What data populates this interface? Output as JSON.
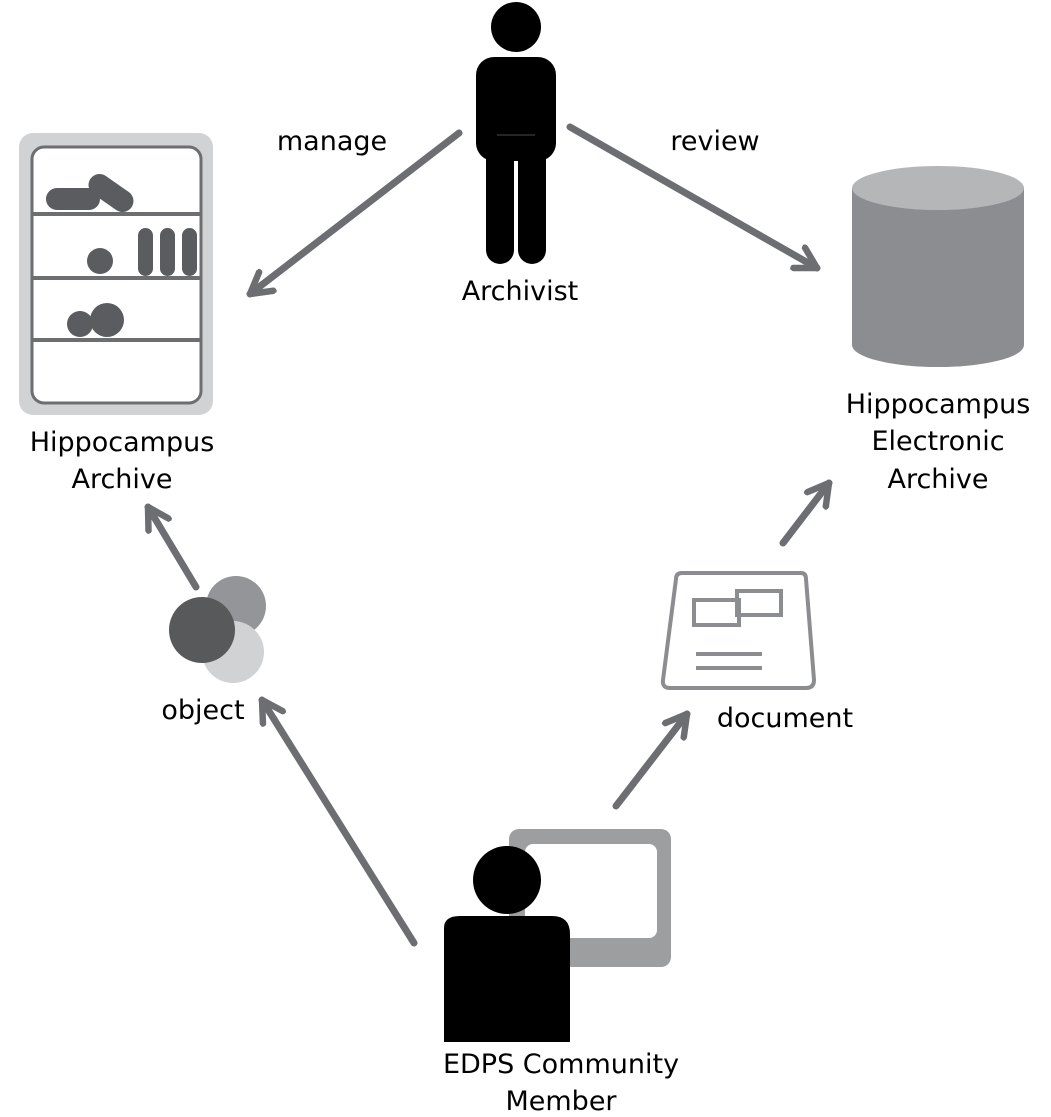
{
  "nodes": {
    "archivist": "Archivist",
    "hippocampus_archive": [
      "Hippocampus",
      "Archive"
    ],
    "electronic_archive": [
      "Hippocampus",
      "Electronic",
      "Archive"
    ],
    "object": "object",
    "document": "document",
    "community_member": [
      "EDPS Community",
      "Member"
    ]
  },
  "edges": {
    "manage": "manage",
    "review": "review"
  },
  "colors": {
    "arrow": "#6d6e71",
    "person": "#000000",
    "archive_frame": "#d1d2d4",
    "shelf_line": "#6d6e71",
    "shelf_item": "#5b5c5f",
    "cylinder_body": "#8c8d90",
    "cylinder_top": "#b5b6b8",
    "object_dark": "#58595b",
    "object_mid": "#939598",
    "object_light": "#d1d2d4",
    "document_stroke": "#8c8d90",
    "monitor_frame": "#9d9ea0"
  }
}
